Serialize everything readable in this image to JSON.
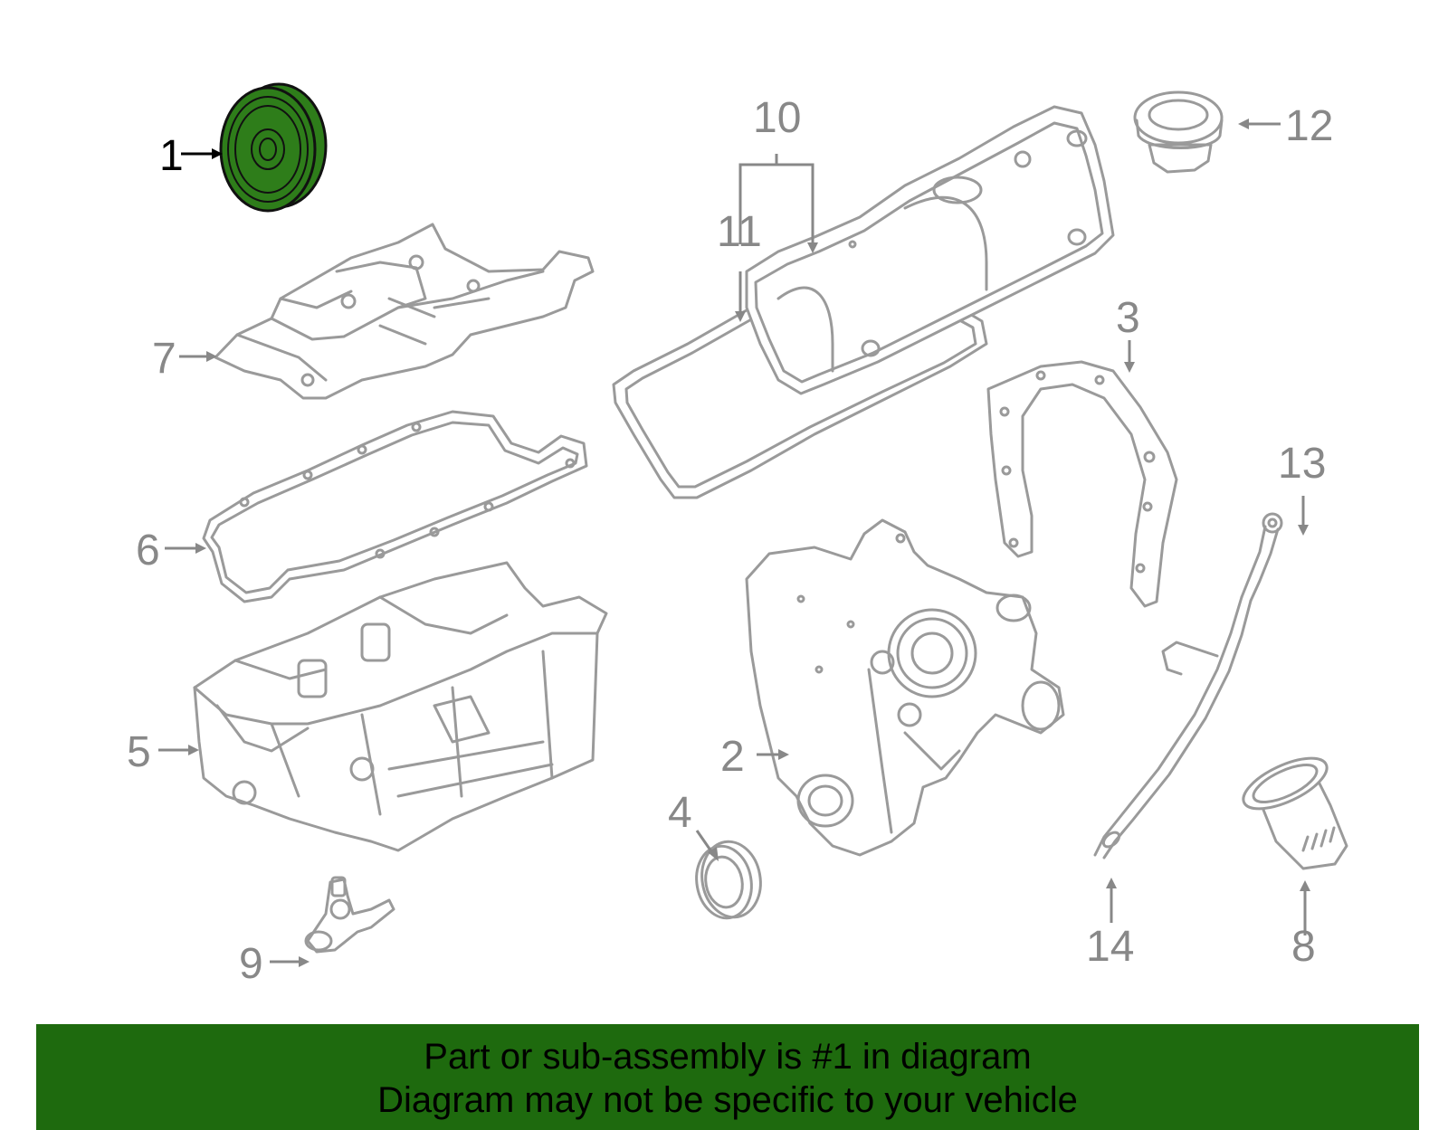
{
  "banner": {
    "line1": "Part or sub-assembly is #1 in diagram",
    "line2": "Diagram may not be specific to your vehicle"
  },
  "callouts": {
    "c1": "1",
    "c2": "2",
    "c3": "3",
    "c4": "4",
    "c5": "5",
    "c6": "6",
    "c7": "7",
    "c8": "8",
    "c9": "9",
    "c10": "10",
    "c11": "11",
    "c12": "12",
    "c13": "13",
    "c14": "14"
  },
  "colors": {
    "highlight": "#2e7d1a",
    "banner": "#1e6a0e",
    "part_line": "#9a9a9a",
    "label": "#888888"
  }
}
